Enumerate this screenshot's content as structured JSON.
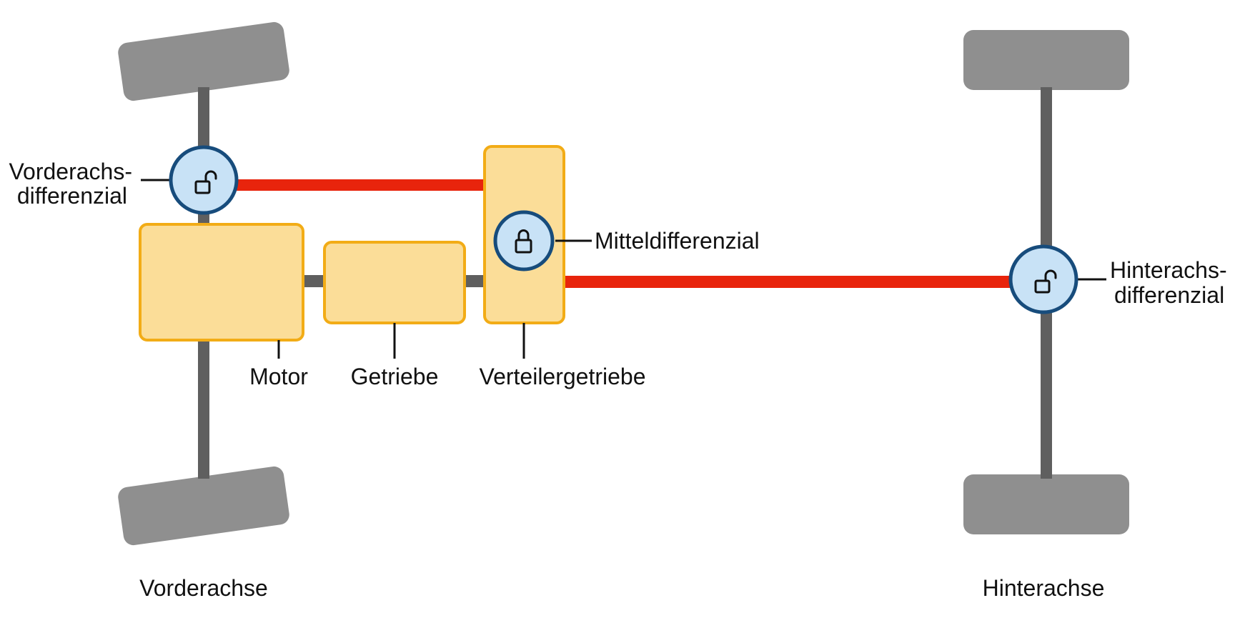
{
  "colors": {
    "wheel": "#8f8f8f",
    "axle": "#5f5f5f",
    "power_flow": "#e8240c",
    "component_fill": "#fbdd98",
    "component_stroke": "#f2ac16",
    "diff_fill": "#c8e2f6",
    "diff_stroke": "#174c7c",
    "leader_line": "#111111",
    "text": "#111111"
  },
  "components": {
    "motor": {
      "label": "Motor"
    },
    "getriebe": {
      "label": "Getriebe"
    },
    "verteilergetriebe": {
      "label": "Verteilergetriebe"
    }
  },
  "differentials": {
    "front": {
      "label_line1": "Vorderachs-",
      "label_line2": "differenzial",
      "lock_state": "unlocked",
      "icon": "unlocked-padlock-icon"
    },
    "center": {
      "label": "Mitteldifferenzial",
      "lock_state": "locked",
      "icon": "locked-padlock-icon"
    },
    "rear": {
      "label_line1": "Hinterachs-",
      "label_line2": "differenzial",
      "lock_state": "unlocked",
      "icon": "unlocked-padlock-icon"
    }
  },
  "axles": {
    "front": {
      "label": "Vorderachse"
    },
    "rear": {
      "label": "Hinterachse"
    }
  }
}
